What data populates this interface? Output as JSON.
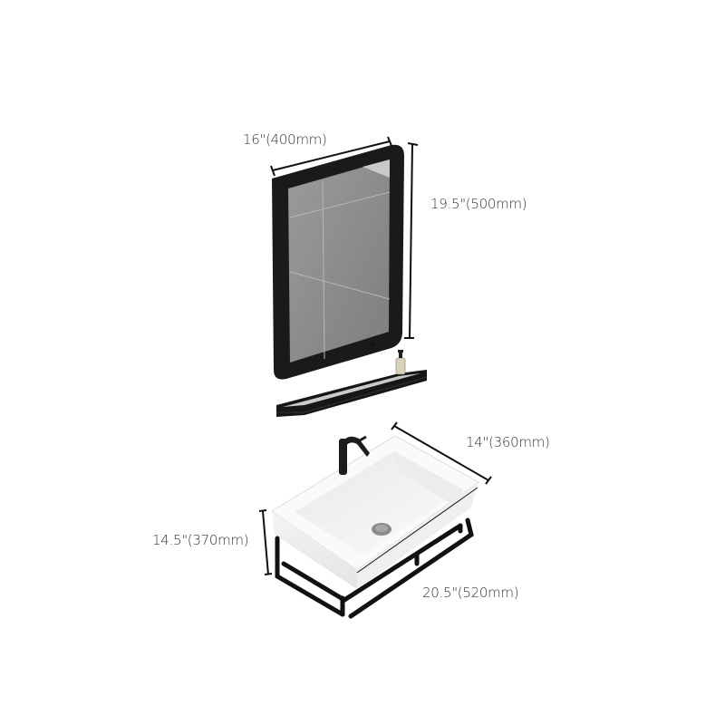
{
  "diagram": {
    "type": "product-dimension-drawing",
    "subject": "Wall-mounted bathroom vanity set: mirror, glass shelf, ceramic basin with black towel-bar frame",
    "components": [
      {
        "name": "mirror",
        "frame_color": "#1a1a1a",
        "glass_color": "#8e8f91"
      },
      {
        "name": "shelf",
        "frame_color": "#1a1a1a",
        "glass_color": "#c9cacb"
      },
      {
        "name": "soap-dispenser",
        "color": "#d9d2b8"
      },
      {
        "name": "faucet",
        "color": "#1c1c1c"
      },
      {
        "name": "basin",
        "color": "#ffffff",
        "shade": "#e6e6e6"
      },
      {
        "name": "drain",
        "color": "#8a8a8a"
      },
      {
        "name": "towel-bar-frame",
        "color": "#111111"
      }
    ],
    "dimensions": {
      "mirror_width": "16\"(400mm)",
      "mirror_height": "19.5\"(500mm)",
      "basin_depth": "14\"(360mm)",
      "basin_height": "14.5\"(370mm)",
      "basin_width": "20.5\"(520mm)"
    }
  }
}
